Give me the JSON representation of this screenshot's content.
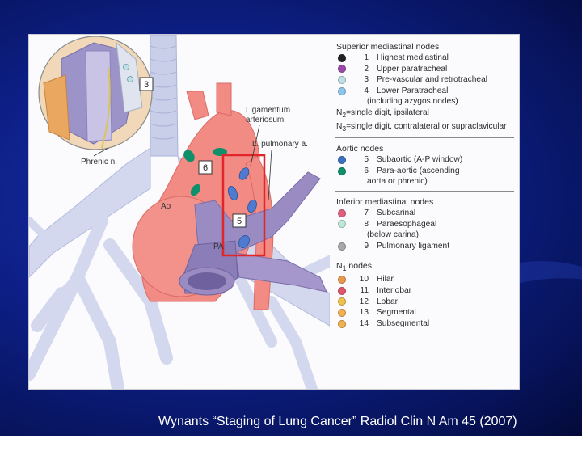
{
  "figure": {
    "labels": {
      "ligamentum": [
        "Ligamentum",
        "arteriosum"
      ],
      "pulmonary": "L. pulmonary a.",
      "phrenic": "Phrenic n.",
      "aorta": "Ao",
      "pa": "PA"
    },
    "node_tags": {
      "n3": "3",
      "n6": "6",
      "n5": "5"
    },
    "highlight_color": "#e0262b"
  },
  "legend": {
    "superior": {
      "title": "Superior mediastinal nodes",
      "items": [
        {
          "num": "1",
          "label": "Highest mediastinal",
          "color": "#222222"
        },
        {
          "num": "2",
          "label": "Upper paratracheal",
          "color": "#9b49a8"
        },
        {
          "num": "3",
          "label": "Pre-vascular and retrotracheal",
          "color": "#bfe0e6"
        },
        {
          "num": "4",
          "label": "Lower Paratracheal",
          "color": "#8cc6ea"
        }
      ],
      "item4_continued": "(including azygos nodes)",
      "n2_prefix": "N",
      "n2_sub": "2",
      "n2_text": "=single digit, ipsilateral",
      "n3_prefix": "N",
      "n3_sub": "3",
      "n3_text": "=single digit, contralateral or supraclavicular"
    },
    "aortic": {
      "title": "Aortic nodes",
      "items": [
        {
          "num": "5",
          "label": "Subaortic (A-P window)",
          "color": "#3d6fc2"
        },
        {
          "num": "6",
          "label": "Para-aortic (ascending",
          "color": "#0f8f6a"
        }
      ],
      "item6_continued": "aorta or phrenic)"
    },
    "inferior": {
      "title": "Inferior mediastinal nodes",
      "items": [
        {
          "num": "7",
          "label": "Subcarinal",
          "color": "#e0607c"
        },
        {
          "num": "8",
          "label": "Paraesophageal",
          "color": "#bfe9d6"
        },
        {
          "num": "9",
          "label": "Pulmonary ligament",
          "color": "#a8a8a8"
        }
      ],
      "item8_continued": "(below carina)"
    },
    "n1": {
      "title_prefix": "N",
      "title_sub": "1",
      "title_text": " nodes",
      "items": [
        {
          "num": "10",
          "label": "Hilar",
          "color": "#e89a4a"
        },
        {
          "num": "11",
          "label": "Interlobar",
          "color": "#e2566a"
        },
        {
          "num": "12",
          "label": "Lobar",
          "color": "#f0c24a"
        },
        {
          "num": "13",
          "label": "Segmental",
          "color": "#f2b04e"
        },
        {
          "num": "14",
          "label": "Subsegmental",
          "color": "#f2b04e"
        }
      ]
    }
  },
  "credit": "Wynants “Staging of Lung Cancer” Radiol Clin N Am 45 (2007)"
}
